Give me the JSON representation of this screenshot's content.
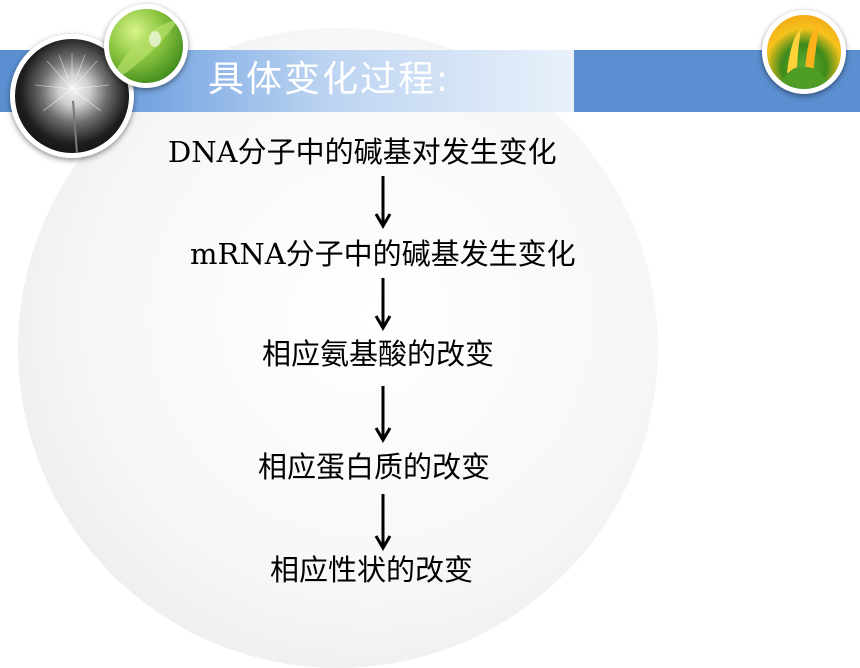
{
  "header": {
    "title": "具体变化过程:"
  },
  "flow": [
    "DNA分子中的碱基对发生变化",
    "mRNA分子中的碱基发生变化",
    "相应氨基酸的改变",
    "相应蛋白质的改变",
    "相应性状的改变"
  ],
  "icons": [
    "dandelion-image",
    "leaf-water-drop-image",
    "tulip-image",
    "down-arrow-icon"
  ],
  "colors": {
    "header_bar": "#5b8fd1",
    "header_text": "#ffffff",
    "flow_text": "#000000"
  }
}
